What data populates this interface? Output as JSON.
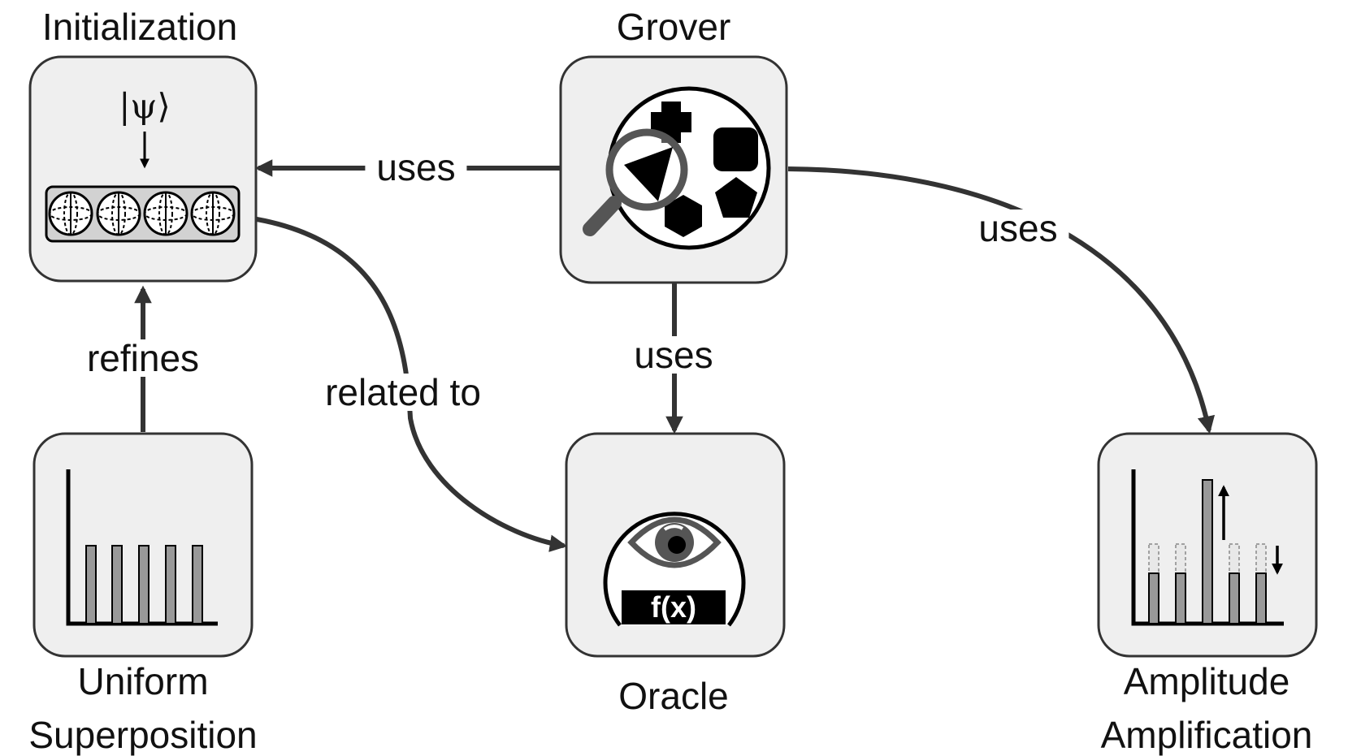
{
  "nodes": {
    "initialization": {
      "label": "Initialization",
      "ket": "|ψ⟩"
    },
    "grover": {
      "label": "Grover"
    },
    "uniform_superposition": {
      "label_line1": "Uniform",
      "label_line2": "Superposition"
    },
    "oracle": {
      "label": "Oracle",
      "function_text": "f(x)"
    },
    "amplitude_amplification": {
      "label_line1": "Amplitude",
      "label_line2": "Amplification"
    }
  },
  "edges": {
    "grover_init": "uses",
    "grover_oracle": "uses",
    "grover_amp": "uses",
    "uniform_init": "refines",
    "init_oracle": "related to"
  },
  "colors": {
    "node_fill": "#efefef",
    "stroke": "#333333",
    "bar": "#999999",
    "ink": "#000000"
  }
}
